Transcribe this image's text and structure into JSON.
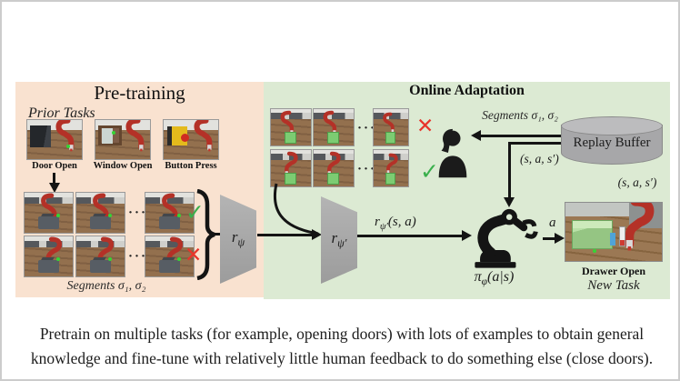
{
  "figure": {
    "pretraining": {
      "title": "Pre-training",
      "prior_tasks_label": "Prior Tasks",
      "tasks": [
        {
          "label": "Door Open"
        },
        {
          "label": "Window Open"
        },
        {
          "label": "Button Press"
        }
      ],
      "segments_label": "Segments σ₁, σ₂",
      "reward_model": {
        "base": "r",
        "sub": "ψ"
      }
    },
    "online_adaptation": {
      "title": "Online Adaptation",
      "segments_label": "Segments σ₁, σ₂",
      "replay_buffer_label": "Replay Buffer",
      "transition_label_mid": "(s, a, s′)",
      "transition_label_right": "(s, a, s′)",
      "reward_model": {
        "base": "r",
        "sub": "ψ′"
      },
      "reward_output": {
        "base": "r",
        "sub": "ψ′",
        "args": "(s, a)"
      },
      "policy": {
        "base": "π",
        "sub": "φ",
        "args": "(a|s)"
      },
      "action_label": "a",
      "new_task_image_label": "Drawer Open",
      "new_task_label": "New Task"
    },
    "glyphs": {
      "check": "✓",
      "cross": "✕",
      "ellipsis": "···"
    },
    "colors": {
      "pretraining_panel": "#f9e2d0",
      "online_panel": "#dcead3",
      "check_green": "#3aaf4c",
      "cross_red": "#e8342b",
      "robot_red": "#b43127",
      "model_gray": "#a9a9a9"
    }
  },
  "caption": {
    "line1": "Pretrain on multiple tasks (for example, opening doors) with lots of examples to obtain general",
    "line2": "knowledge and fine-tune with relatively little human feedback to do something else (close doors)."
  }
}
